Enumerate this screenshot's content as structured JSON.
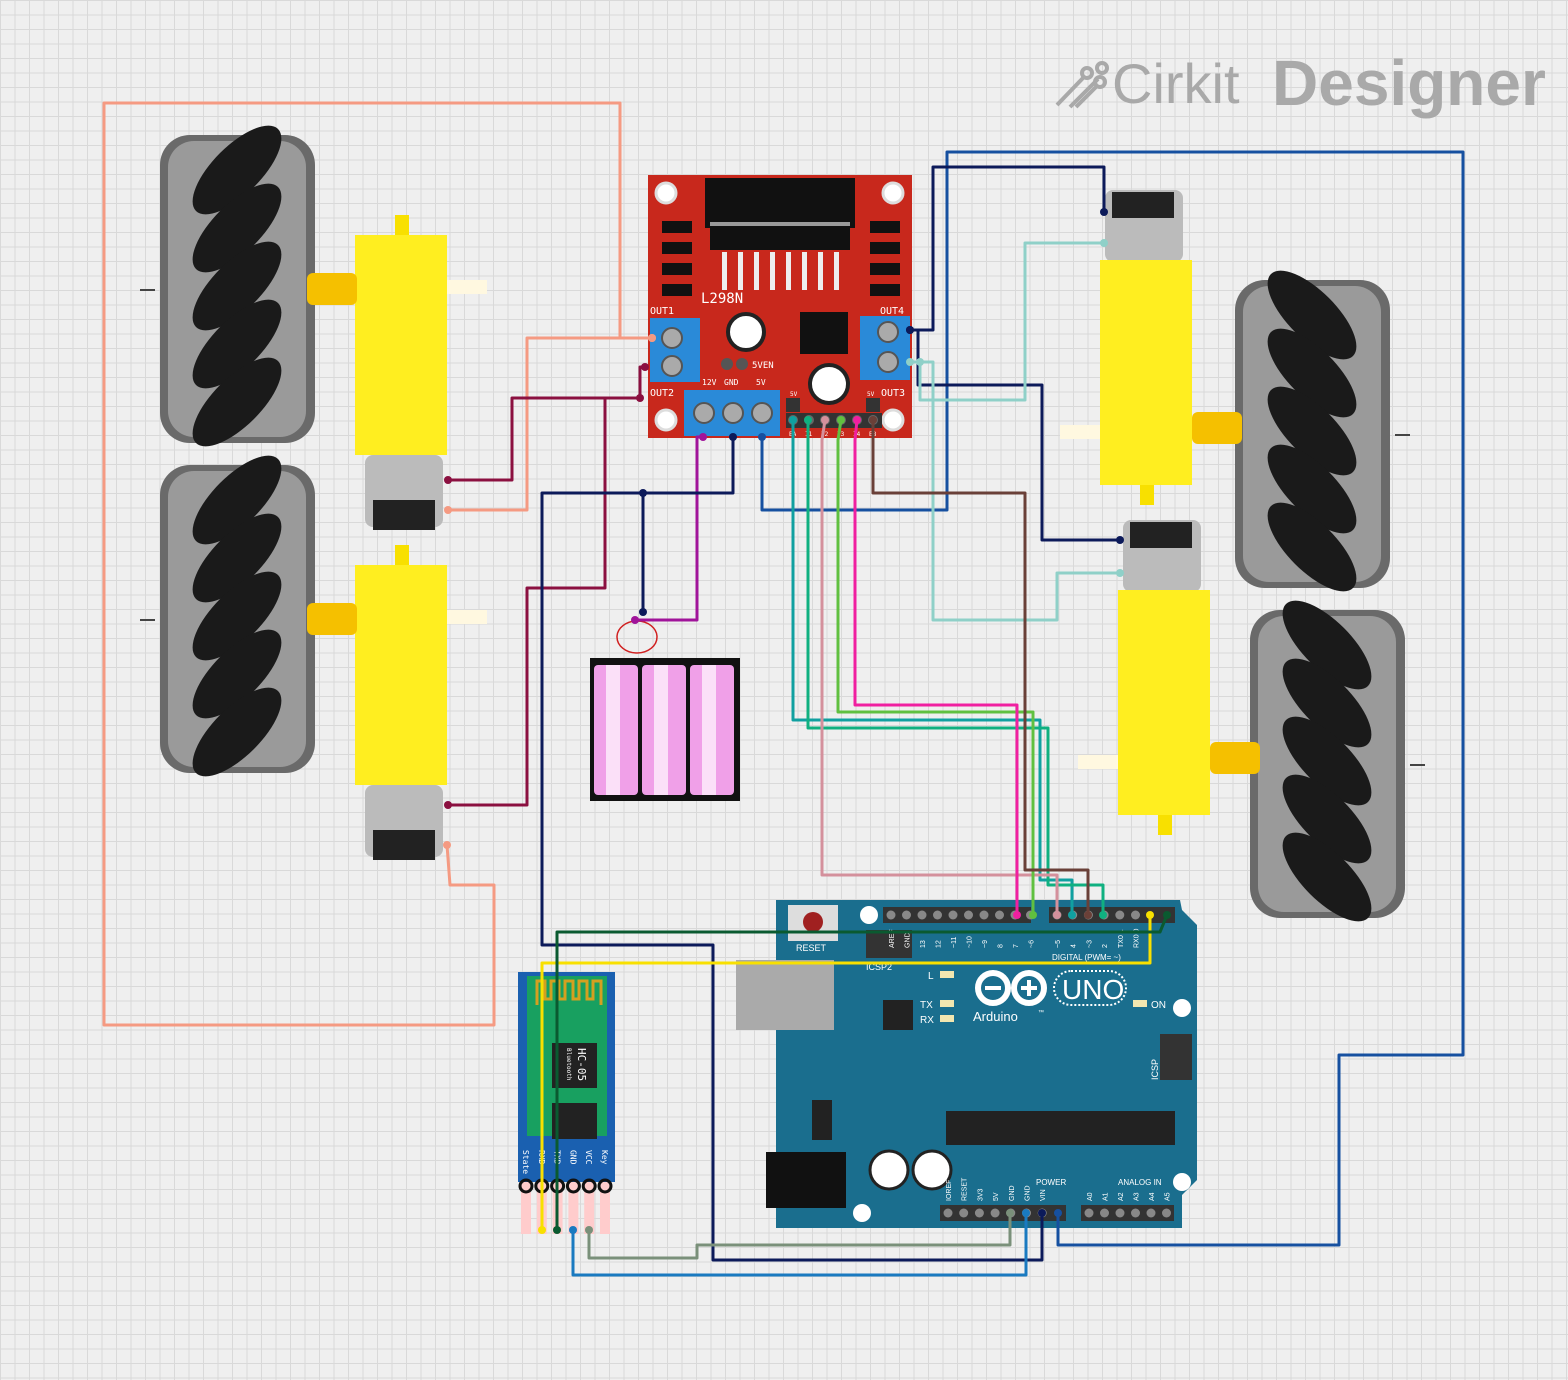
{
  "brand": {
    "name_part1": "Cirkit",
    "name_part2": "Designer",
    "color": "#a9a9a9"
  },
  "l298n": {
    "title": "L298N",
    "labels": {
      "out1": "OUT1",
      "out2": "OUT2",
      "out3": "OUT3",
      "out4": "OUT4",
      "v12": "12V",
      "gnd": "GND",
      "v5": "5V",
      "sven": "5VEN",
      "pin5v_a": "5V",
      "pin5v_b": "5V"
    },
    "header_pins": [
      "EA",
      "I1",
      "I2",
      "I3",
      "I4",
      "EB"
    ],
    "color": "#c8281c"
  },
  "arduino": {
    "board_label": "UNO",
    "brand_label": "Arduino",
    "tm": "™",
    "reset_label": "RESET",
    "icsp2_label": "ICSP2",
    "icsp_label": "ICSP",
    "digital_label": "DIGITAL (PWM= ~)",
    "power_label": "POWER",
    "analog_label": "ANALOG IN",
    "led_labels": {
      "l": "L",
      "tx": "TX",
      "rx": "RX",
      "on": "ON"
    },
    "digital_pins": [
      "AREF",
      "GND",
      "13",
      "12",
      "~11",
      "~10",
      "~9",
      "8",
      "7",
      "~6",
      "~5",
      "4",
      "~3",
      "2",
      "TX0 1",
      "RX0 0"
    ],
    "power_pins": [
      "IOREF",
      "RESET",
      "3V3",
      "5V",
      "GND",
      "GND",
      "VIN"
    ],
    "analog_pins": [
      "A0",
      "A1",
      "A2",
      "A3",
      "A4",
      "A5"
    ],
    "color": "#1a6e8e"
  },
  "hc05": {
    "title": "HC-05",
    "subtitle": "Bluetooth",
    "pins": [
      "State",
      "RXD",
      "TXD",
      "GND",
      "VCC",
      "Key"
    ]
  },
  "wire_colors": {
    "salmon": "#f59a82",
    "maroon": "#8b1040",
    "purple": "#a0149a",
    "navy": "#0c1a5a",
    "blue": "#1650a0",
    "light_teal": "#8fd0c8",
    "teal": "#10a0a0",
    "green_teal": "#10b080",
    "pink": "#d4909c",
    "green": "#60c040",
    "magenta": "#f020a0",
    "brown": "#6a4038",
    "yellow": "#f8e000",
    "dark_green": "#0a5a30",
    "light_blue": "#1a7ac0",
    "gray_green": "#7a907a"
  }
}
